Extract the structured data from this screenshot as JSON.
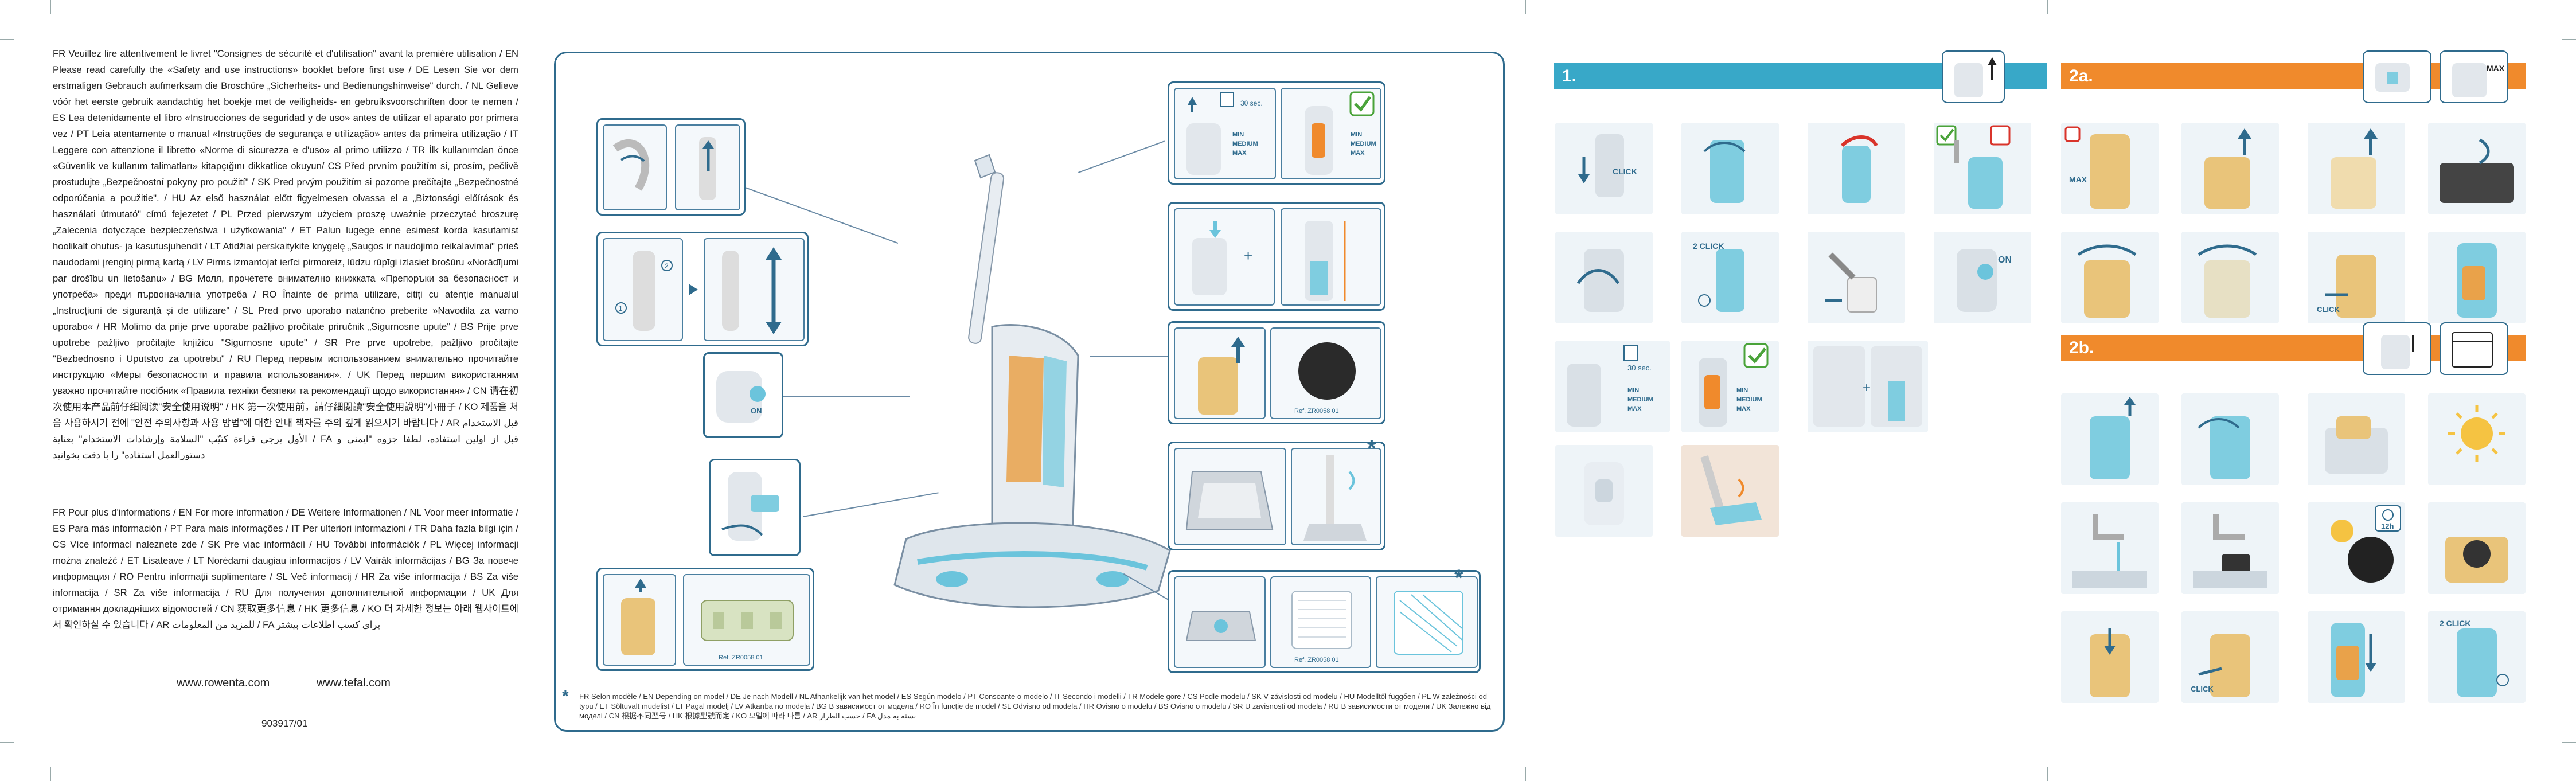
{
  "intro_text": "FR Veuillez lire attentivement le livret \"Consignes de sécurité et d'utilisation\" avant la première utilisation / EN Please read carefully the «Safety and use instructions» booklet before first use / DE Lesen Sie vor dem erstmaligen Gebrauch aufmerksam die Broschüre „Sicherheits- und Bedienungshinweise\" durch. / NL Gelieve vóór het eerste gebruik aandachtig het boekje met de veiligheids- en gebruiksvoorschriften door te nemen / ES Lea detenidamente el libro «Instrucciones de seguridad y de uso» antes de utilizar el aparato por primera vez / PT Leia atentamente o manual «Instruções de segurança e utilização» antes da primeira utilização / IT Leggere con attenzione il libretto «Norme di sicurezza e d'uso» al primo utilizzo / TR İlk kullanımdan önce «Güvenlik ve kullanım talimatları» kitapçığını dikkatlice okuyun/ CS Před prvním použitím si, prosím, pečlivě prostudujte „Bezpečnostní pokyny pro použití\" / SK Pred prvým použitím si pozorne prečítajte „Bezpečnostné odporúčania a použitie\". / HU Az első használat előtt figyelmesen olvassa el a „Biztonsági előírások és használati útmutató\" címú fejezetet / PL Przed pierwszym użyciem proszę uważnie przeczytać broszurę „Zalecenia dotyczące bezpieczeństwa i użytkowania\" / ET Palun lugege enne esimest korda kasutamist hoolikalt ohutus- ja kasutusjuhendit / LT Atidžiai perskaitykite knygelę „Saugos ir naudojimo reikalavimai\" prieš naudodami įrenginį pirmą kartą / LV Pirms izmantojat ierīci pirmoreiz, lūdzu rūpīgi izlasiet brošūru «Norādījumi par drošību un lietošanu» / BG Моля, прочетете внимателно книжката «Препоръки за безопасност и употреба» преди първоначална употреба / RO Înainte de prima utilizare, citiți cu atenție manualul „Instrucțiuni de siguranță și de utilizare\" / SL Pred prvo uporabo natančno preberite »Navodila za varno uporabo« / HR Molimo da prije prve uporabe pažljivo pročitate priručnik „Sigurnosne upute\" / BS Prije prve upotrebe pažljivo pročitajte knjižicu \"Sigurnosne upute\" / SR Pre prve upotrebe, pažljivo pročitajte \"Bezbednosno i Uputstvo za upotrebu\" / RU Перед первым использованием внимательно прочитайте инструкцию «Меры безопасности и правила использования». / UK Перед першим використанням уважно прочитайте посібник «Правила техніки безпеки та рекомендації щодо використання» / CN 请在初次使用本产品前仔细阅读\"安全使用说明\" / HK 第一次使用前，請仔細閱讀\"安全使用說明\"小冊子 / KO 제품을 처음 사용하시기 전에 \"안전 주의사항과 사용 방법\"에 대한 안내 책자를 주의 깊게 읽으시기 바랍니다 / AR قبل الاستخدام الأول يرجى قراءة كتيّب \"السلامة وإرشادات الاستخدام\" بعناية / FA قبل از اولین استفاده، لطفا جزوه \"ایمنی و دستورالعمل استفاده\" را با دقت بخوانید",
  "more_info_text": "FR Pour plus d'informations / EN For more information / DE Weitere Informationen / NL Voor meer informatie / ES Para más información / PT Para mais informações / IT Per ulteriori informazioni / TR Daha fazla bilgi için / CS Více informací naleznete zde / SK Pre viac informácií / HU További információk / PL Więcej informacji można znaleźć / ET Lisateave / LT Norėdami daugiau informacijos / LV Vairāk informācijas / BG За повече информация / RO Pentru informații suplimentare / SL Več informacij / HR Za više informacija / BS Za više informacija / SR Za više informacija / RU Для получения дополнительной информации / UK Для отримання докладніших відомостей / CN 获取更多信息 / HK 更多信息 / KO 더 자세한 정보는 아래 웹사이트에서 확인하실 수 있습니다 / AR للمزيد من المعلومات / FA برای کسب اطلاعات بیشتر",
  "urls": {
    "rowenta": "www.rowenta.com",
    "tefal": "www.tefal.com"
  },
  "doc_code": "903917/01",
  "sections": {
    "s1": "1.",
    "s2a": "2a.",
    "s2b": "2b."
  },
  "labels": {
    "click": "CLICK",
    "on": "ON",
    "max": "MAX",
    "time30": "30 sec.",
    "time12": "12h",
    "levels": [
      "MIN",
      "MEDIUM",
      "MAX"
    ],
    "ref1": "Ref. ZR0058 01",
    "ref2": "Ref. ZR0058 01",
    "ref3": "Ref. ZR0058 01",
    "star": "*"
  },
  "footnote": "FR Selon modèle / EN Depending on model / DE Je nach Modell / NL Afhankelijk van het model / ES Según modelo / PT Consoante o modelo / IT Secondo i modelli / TR Modele göre / CS Podle modelu / SK V závislosti od modelu / HU Modelltől függően / PL W zależności od typu / ET Sõltuvalt mudelist / LT Pagal modelį / LV Atkarībā no modeļa / BG В зависимост от модела / RO În funcție de model / SL Odvisno od modela / HR Ovisno o modelu / BS Ovisno o modelu / SR U zavisnosti od modela / RU В зависимости от модели / UK Залежно від моделі / CN 根据不同型号 / HK 根據型號而定 / KO 모델에 따라 다름 / AR حسب الطراز / FA بسته به مدل",
  "colors": {
    "blue_header": "#38a8c8",
    "orange_header": "#f08a2c",
    "frame": "#2f6b8d",
    "check": "#4aa33a"
  }
}
